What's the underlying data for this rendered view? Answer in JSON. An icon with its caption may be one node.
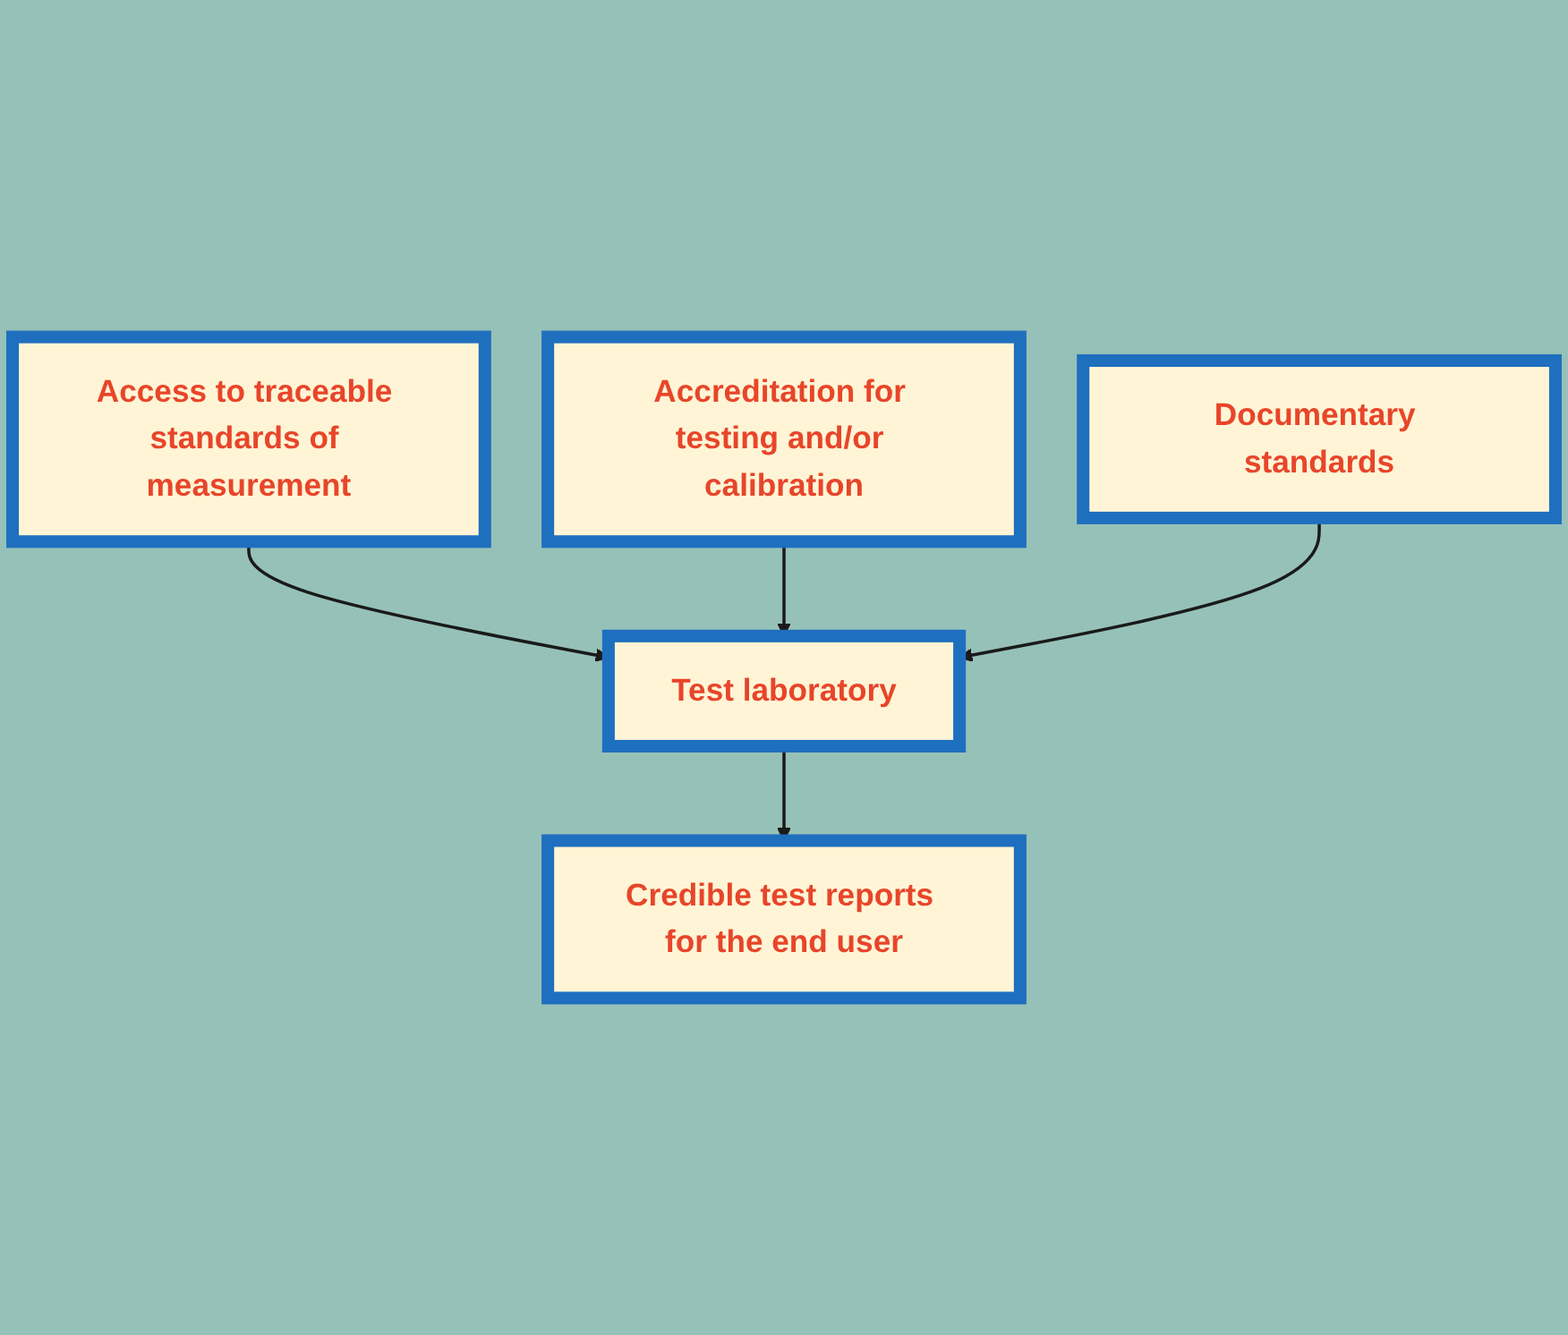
{
  "diagram": {
    "nodes": [
      {
        "text": [
          "Access to traceable standards of measurement"
        ]
      },
      {
        "text": [
          "Accreditation for testing and/or calibration"
        ]
      },
      {
        "text": [
          "Test laboratory"
        ]
      },
      {
        "text": [
          "Documentary standards"
        ]
      },
      {
        "text": [
          "Credible test reports for the end user"
        ]
      }
    ],
    "edges": [
      {
        "from": 0,
        "to": 2,
        "arrow": "to"
      },
      {
        "from": 1,
        "to": 2,
        "arrow": "to"
      },
      {
        "from": 3,
        "to": 2,
        "arrow": "to"
      },
      {
        "from": 2,
        "to": 4,
        "arrow": "to"
      }
    ]
  }
}
